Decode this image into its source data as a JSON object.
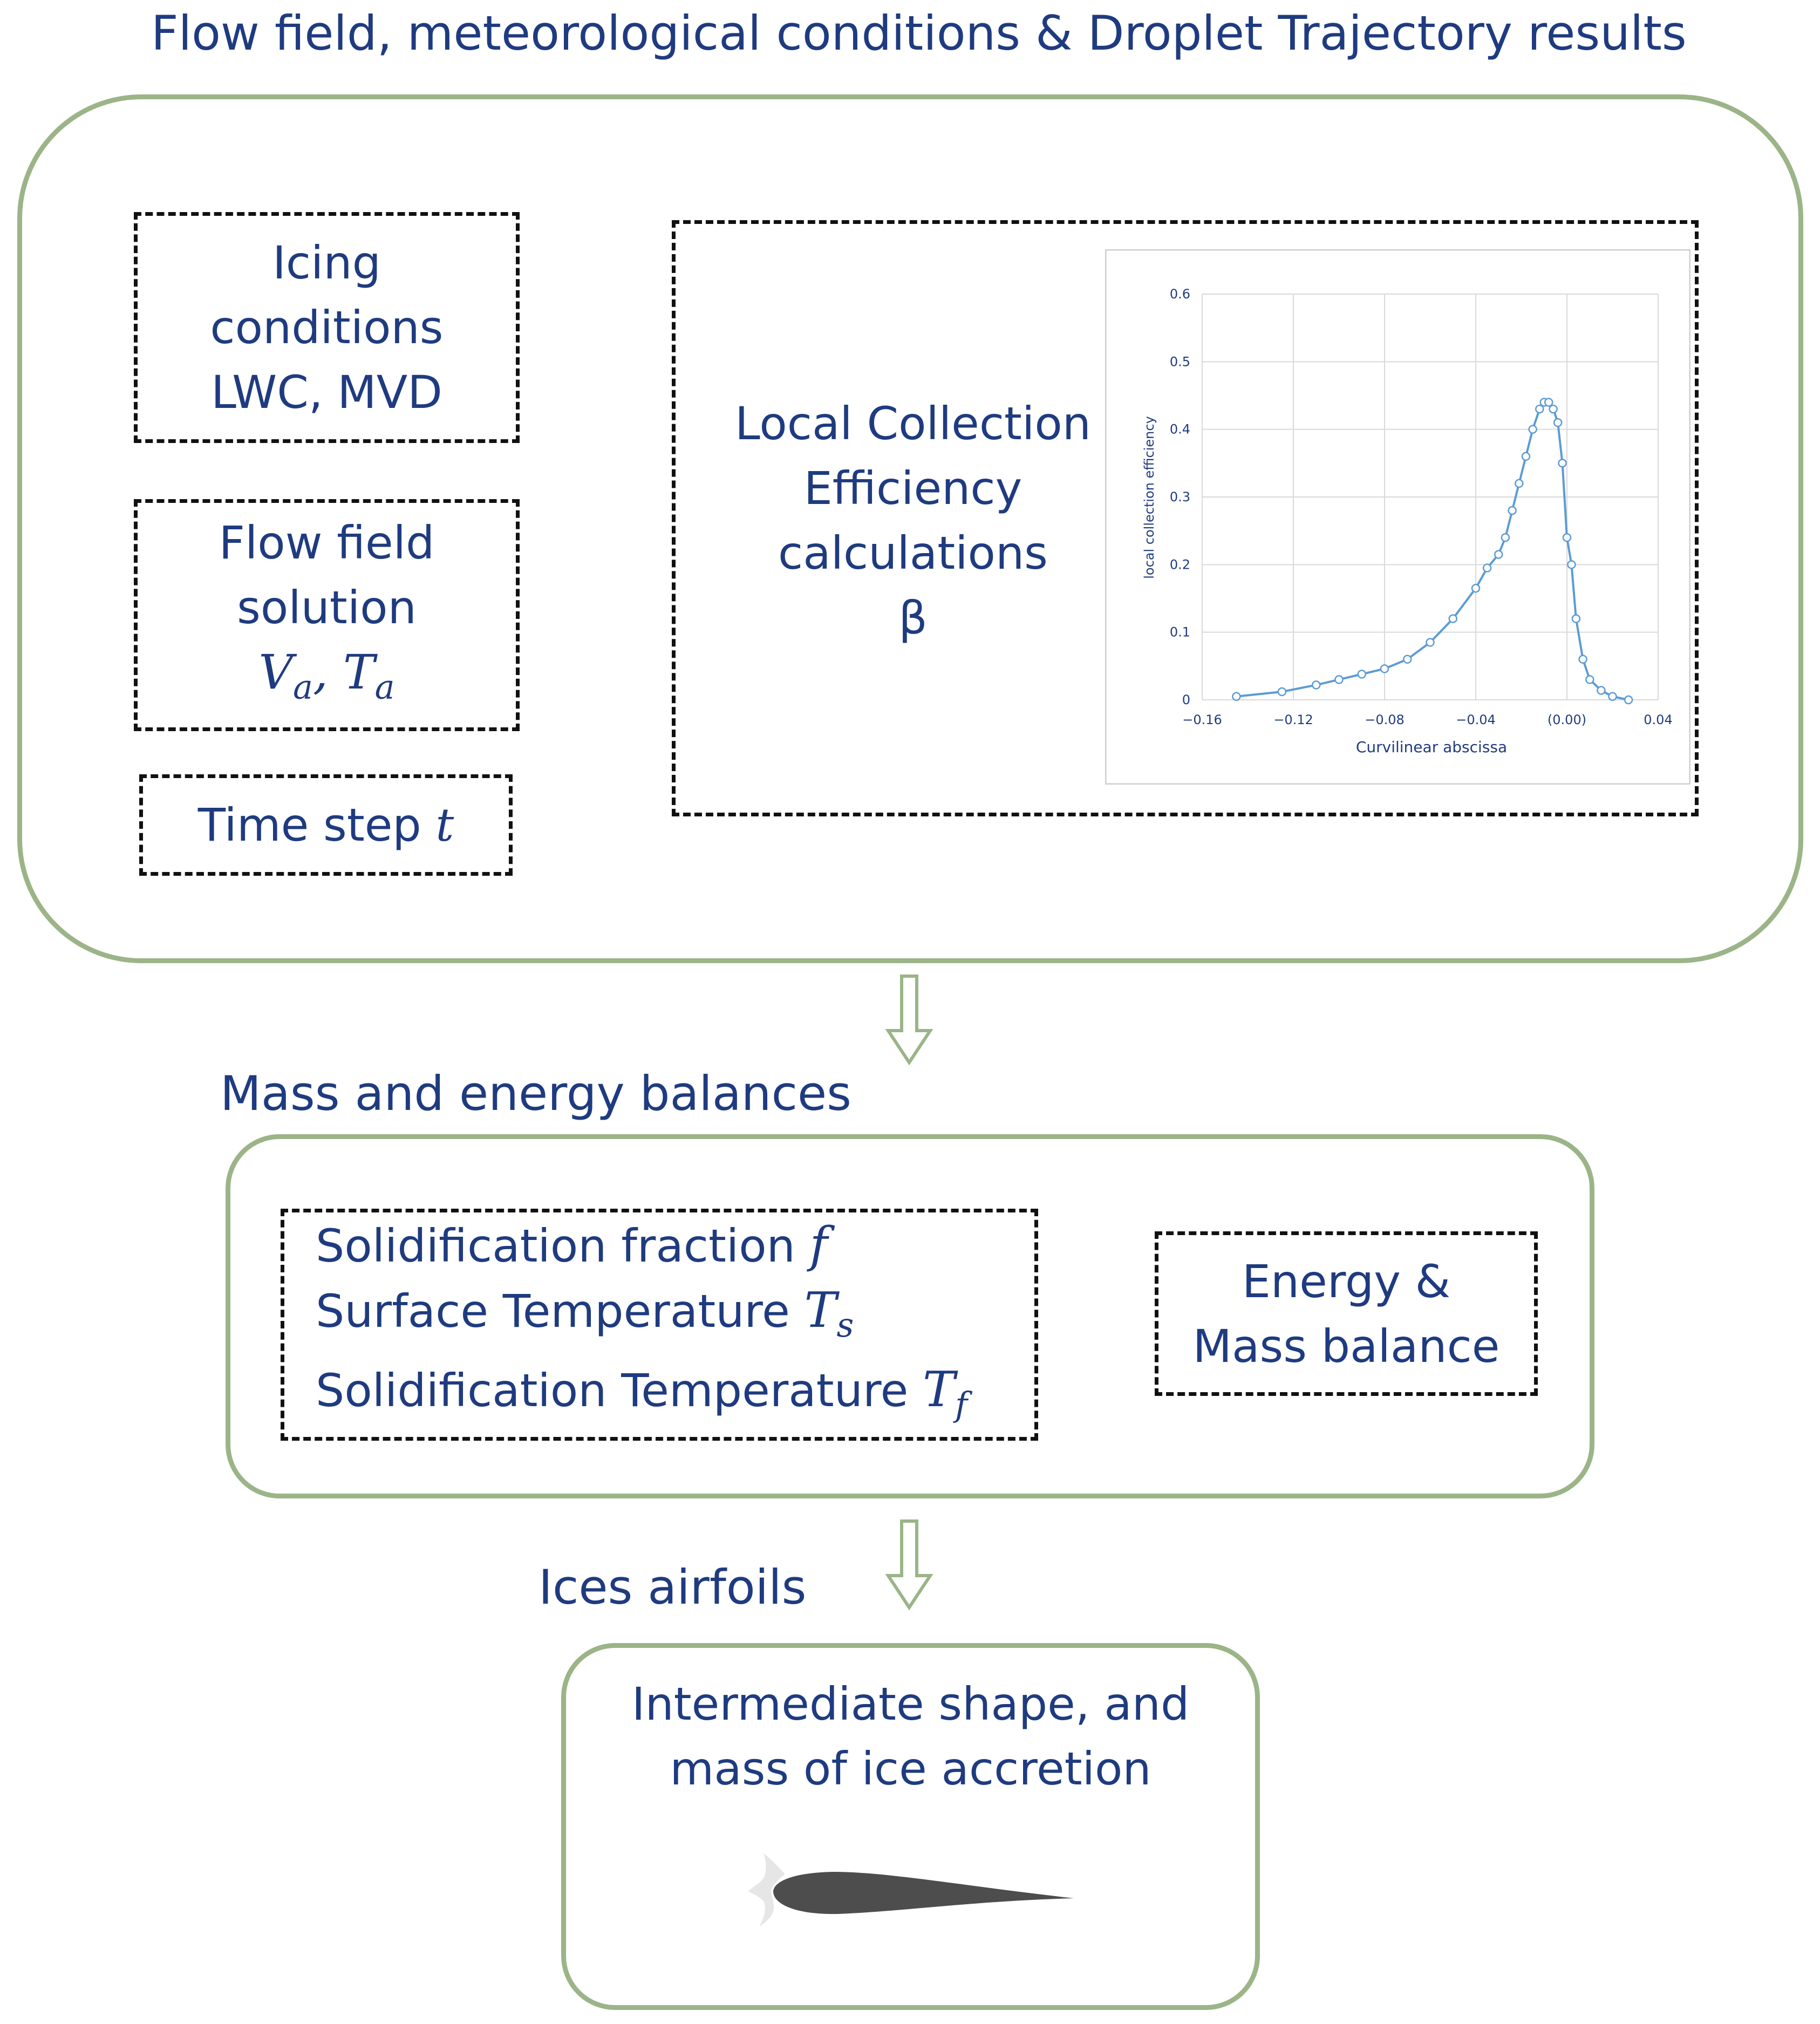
{
  "top": {
    "title": "Flow field, meteorological conditions & Droplet Trajectory results",
    "icing": [
      "Icing",
      "conditions",
      "LWC, MVD"
    ],
    "flow": [
      "Flow field",
      "solution"
    ],
    "flow_math": {
      "v": "V",
      "v_sub": "a",
      "sep": ",",
      "t": "T",
      "t_sub": "a"
    },
    "time_label": "Time step ",
    "time_math": "t",
    "lce": [
      "Local Collection",
      "Efficiency",
      "calculations",
      "β"
    ]
  },
  "chart_data": {
    "type": "line",
    "xlabel": "Curvilinear abscissa",
    "ylabel": "local collection efficiency",
    "xlim": [
      -0.16,
      0.04
    ],
    "ylim": [
      0,
      0.6
    ],
    "x_ticks": [
      "−0.16",
      "−0.12",
      "−0.08",
      "−0.04",
      "(0.00)",
      "0.04"
    ],
    "y_ticks": [
      "0",
      "0.1",
      "0.2",
      "0.3",
      "0.4",
      "0.5",
      "0.6"
    ],
    "grid": true,
    "marker": "circle",
    "color": "#5b9bd5",
    "x": [
      -0.145,
      -0.125,
      -0.11,
      -0.1,
      -0.09,
      -0.08,
      -0.07,
      -0.06,
      -0.05,
      -0.04,
      -0.035,
      -0.03,
      -0.027,
      -0.024,
      -0.021,
      -0.018,
      -0.015,
      -0.012,
      -0.01,
      -0.008,
      -0.006,
      -0.004,
      -0.002,
      0.0,
      0.002,
      0.004,
      0.007,
      0.01,
      0.015,
      0.02,
      0.027
    ],
    "y": [
      0.005,
      0.012,
      0.022,
      0.03,
      0.038,
      0.046,
      0.06,
      0.085,
      0.12,
      0.165,
      0.195,
      0.215,
      0.24,
      0.28,
      0.32,
      0.36,
      0.4,
      0.43,
      0.44,
      0.44,
      0.43,
      0.41,
      0.35,
      0.24,
      0.2,
      0.12,
      0.06,
      0.03,
      0.014,
      0.005,
      0.0
    ]
  },
  "mid": {
    "title": "Mass and energy balances",
    "rows": [
      {
        "label": "Solidification fraction ",
        "math": "f",
        "sub": ""
      },
      {
        "label": "Surface Temperature ",
        "math": "T",
        "sub": "s"
      },
      {
        "label": "Solidification Temperature ",
        "math": "T",
        "sub": "f"
      }
    ],
    "energy": [
      "Energy &",
      "Mass balance"
    ]
  },
  "bottom": {
    "title": "Ices airfoils",
    "text": [
      "Intermediate shape, and",
      "mass of ice accretion"
    ]
  },
  "colors": {
    "text": "#1f3b80",
    "box_border": "#9bb488",
    "airfoil": "#4d4d4d",
    "ice": "#e6e6e6"
  }
}
